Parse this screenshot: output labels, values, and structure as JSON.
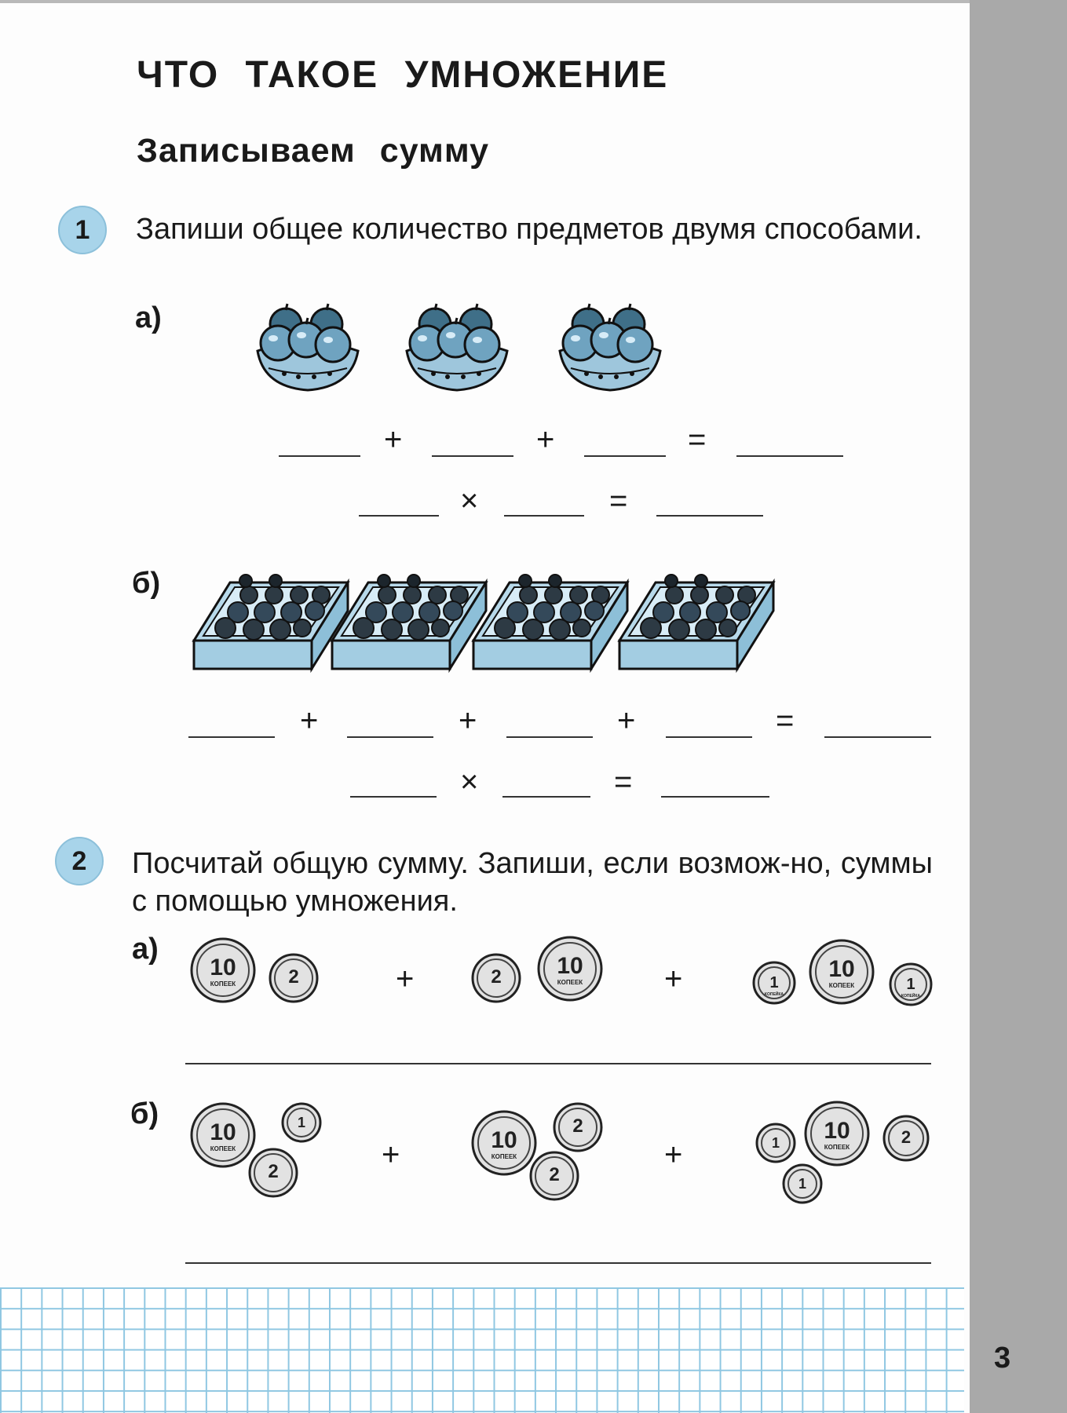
{
  "page": {
    "title": "ЧТО ТАКОЕ УМНОЖЕНИЕ",
    "subtitle": "Записываем сумму",
    "page_number": "3"
  },
  "task1": {
    "number": "1",
    "text": "Запиши общее количество предметов двумя способами.",
    "part_a": {
      "label": "а)",
      "sum_ops": [
        "+",
        "+",
        "="
      ],
      "mult_ops": [
        "×",
        "="
      ]
    },
    "part_b": {
      "label": "б)",
      "sum_ops": [
        "+",
        "+",
        "+",
        "="
      ],
      "mult_ops": [
        "×",
        "="
      ]
    }
  },
  "task2": {
    "number": "2",
    "text": "Посчитай общую сумму. Запиши, если возмож-но, суммы с помощью умножения.",
    "part_a": {
      "label": "а)",
      "ops": [
        "+",
        "+"
      ],
      "groups": [
        [
          "10",
          "2"
        ],
        [
          "2",
          "10"
        ],
        [
          "1",
          "10",
          "1"
        ]
      ]
    },
    "part_b": {
      "label": "б)",
      "ops": [
        "+",
        "+"
      ],
      "groups": [
        [
          "10",
          "1",
          "2"
        ],
        [
          "10",
          "2",
          "2"
        ],
        [
          "1",
          "10",
          "2",
          "1"
        ]
      ]
    }
  },
  "coin_caption": "КОПЕЕК",
  "coin_caption_small": "КОПЕЙКА",
  "colors": {
    "accent_blue": "#a8d4ea",
    "grid_blue": "#8fc7e2",
    "strip_gray": "#a9a9a9"
  }
}
